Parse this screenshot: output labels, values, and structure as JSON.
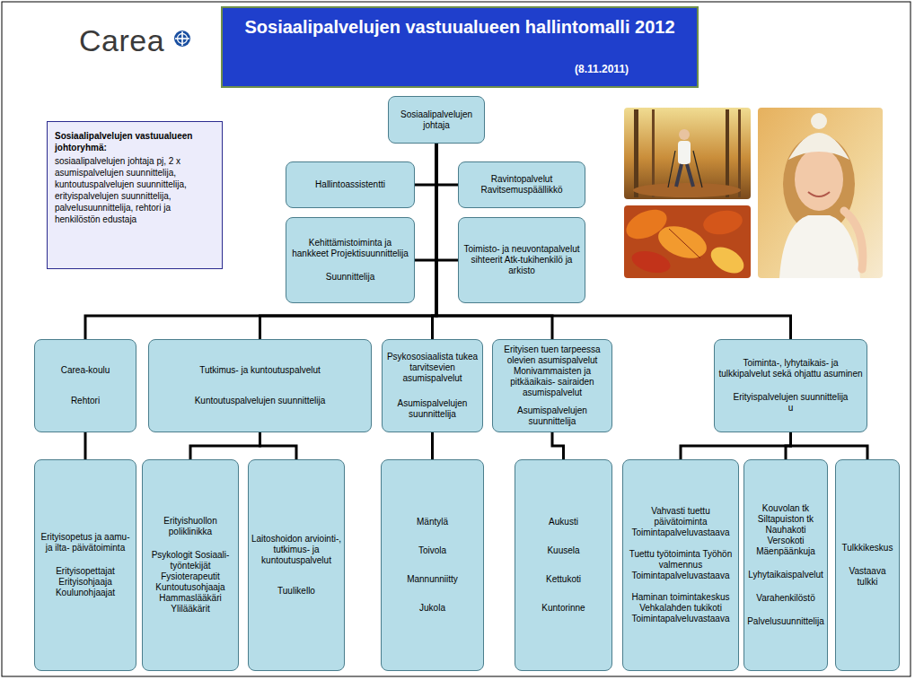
{
  "diagram": {
    "title": "Sosiaalipalvelujen vastuualueen hallintomalli 2012",
    "nodes": [
      {
        "text": [
          "Sosiaalipalvelujen vastuualueen johtoryhmä:",
          "sosiaalipalvelujen johtaja pj, 2 x asumispalvelujen suunnittelija, kuntoutuspalvelujen suunnittelija, erityispalvelujen suunnittelija, palvelusuunnittelija, rehtori ja henkilöstön edustaja"
        ]
      },
      {
        "text": [
          "Sosiaalipalvelujen johtaja"
        ]
      },
      {
        "text": [
          "Hallintoassistentti"
        ]
      },
      {
        "text": [
          "Ravintopalvelut Ravitsemuspäällikkö"
        ]
      },
      {
        "text": [
          "Kehittämistoiminta ja hankkeet Projektisuunnittelija",
          "Suunnittelija"
        ]
      },
      {
        "text": [
          "Toimisto- ja neuvontapalvelut sihteerit Atk-tukihenkilö ja arkisto"
        ]
      },
      {
        "text": [
          "Carea-koulu",
          "Rehtori"
        ]
      },
      {
        "text": [
          "Tutkimus- ja kuntoutuspalvelut",
          "Kuntoutuspalvelujen suunnittelija"
        ]
      },
      {
        "text": [
          "Psykososiaalista tukea tarvitsevien asumispalvelut",
          "Asumispalvelujen suunnittelija"
        ]
      },
      {
        "text": [
          "Erityisen tuen tarpeessa olevien asumispalvelut Monivammaisten ja pitkäaikais- sairaiden asumispalvelut",
          "Asumispalvelujen suunnittelija"
        ]
      },
      {
        "text": [
          "Toiminta-, lyhytaikais- ja tulkkipalvelut sekä ohjattu asuminen",
          "Erityispalvelujen suunnittelija",
          "u"
        ]
      },
      {
        "text": [
          "Erityisopetus ja aamu- ja ilta- päivätoiminta",
          "Erityisopettajat Erityisohjaaja Koulunohjaajat"
        ]
      },
      {
        "text": [
          "Erityishuollon poliklinikka",
          "Psykologit Sosiaali- työntekijät Fysioterapeutit Kuntoutusohjaaja Hammaslääkäri Ylilääkärit"
        ]
      },
      {
        "text": [
          "Laitoshoidon arviointi-, tutkimus- ja kuntoutuspalvelut",
          "Tuulikello"
        ]
      },
      {
        "text": [
          "Mäntylä",
          "Toivola",
          "Mannunniitty",
          "Jukola"
        ]
      },
      {
        "text": [
          "Aukusti",
          "Kuusela",
          "Kettukoti",
          "Kuntorinne"
        ]
      },
      {
        "text": [
          "Vahvasti tuettu päivätoiminta Toimintapalveluvastaava",
          "Tuettu työtoiminta Työhön valmennus Toimintapalveluvastaava",
          "Haminan toimintakeskus Vehkalahden tukikoti Toimintapalveluvastaava"
        ]
      },
      {
        "text": [
          "Kouvolan tk Siltapuiston tk Nauhakoti Versokoti Mäenpäänkuja",
          "Lyhytaikaispalvelut",
          "Varahenkilöstö",
          "Palvelusuunnittelija"
        ]
      },
      {
        "text": [
          "Tulkkikeskus",
          "Vastaava tulkki"
        ]
      }
    ],
    "edges": [
      {
        "from": 1,
        "to": 2,
        "arrow": "none"
      },
      {
        "from": 1,
        "to": 3,
        "arrow": "none"
      },
      {
        "from": 1,
        "to": 4,
        "arrow": "none"
      },
      {
        "from": 1,
        "to": 5,
        "arrow": "none"
      },
      {
        "from": 1,
        "to": 6,
        "arrow": "none"
      },
      {
        "from": 1,
        "to": 7,
        "arrow": "none"
      },
      {
        "from": 1,
        "to": 8,
        "arrow": "none"
      },
      {
        "from": 1,
        "to": 9,
        "arrow": "none"
      },
      {
        "from": 1,
        "to": 10,
        "arrow": "none"
      },
      {
        "from": 6,
        "to": 11,
        "arrow": "none"
      },
      {
        "from": 7,
        "to": 12,
        "arrow": "none"
      },
      {
        "from": 7,
        "to": 13,
        "arrow": "none"
      },
      {
        "from": 8,
        "to": 14,
        "arrow": "none"
      },
      {
        "from": 9,
        "to": 15,
        "arrow": "none"
      },
      {
        "from": 10,
        "to": 16,
        "arrow": "none"
      },
      {
        "from": 10,
        "to": 17,
        "arrow": "none"
      },
      {
        "from": 10,
        "to": 18,
        "arrow": "none"
      }
    ],
    "labels": [
      "Carea",
      "(8.11.2011)"
    ]
  }
}
